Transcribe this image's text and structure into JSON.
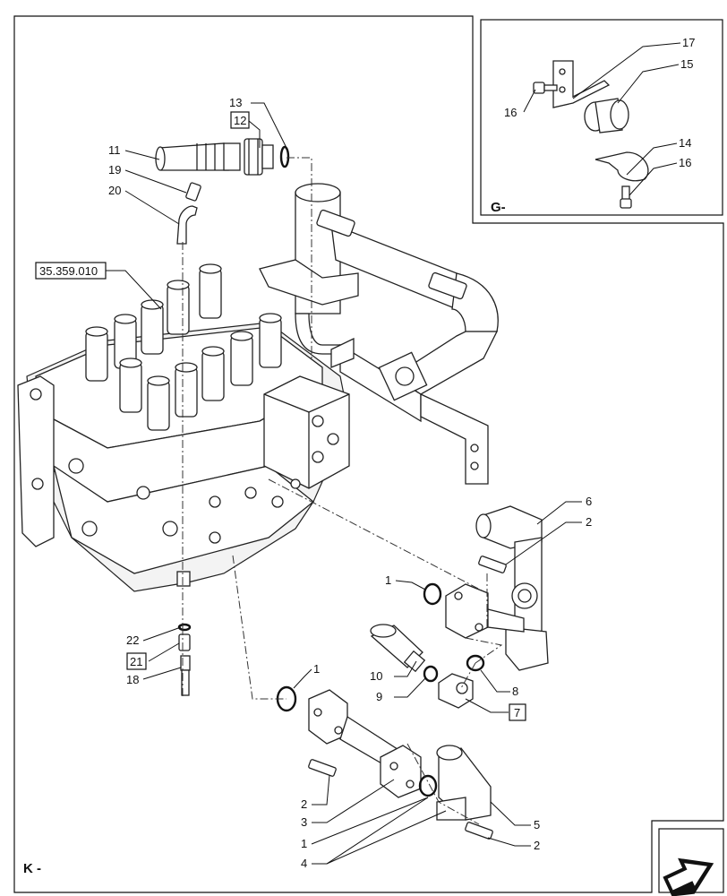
{
  "frame_label_main": "K -",
  "frame_label_inset": "G-",
  "reference_label": "35.359.010",
  "callouts": {
    "c1a": "1",
    "c1b": "1",
    "c1c": "1",
    "c2a": "2",
    "c2b": "2",
    "c2c": "2",
    "c3": "3",
    "c4": "4",
    "c5": "5",
    "c6": "6",
    "c7": "7",
    "c8": "8",
    "c9": "9",
    "c10": "10",
    "c11": "11",
    "c12": "12",
    "c13": "13",
    "c14": "14",
    "c15": "15",
    "c16a": "16",
    "c16b": "16",
    "c17": "17",
    "c18": "18",
    "c19": "19",
    "c20": "20",
    "c21": "21",
    "c22": "22"
  },
  "icons": {
    "nav": "arrow-icon"
  }
}
